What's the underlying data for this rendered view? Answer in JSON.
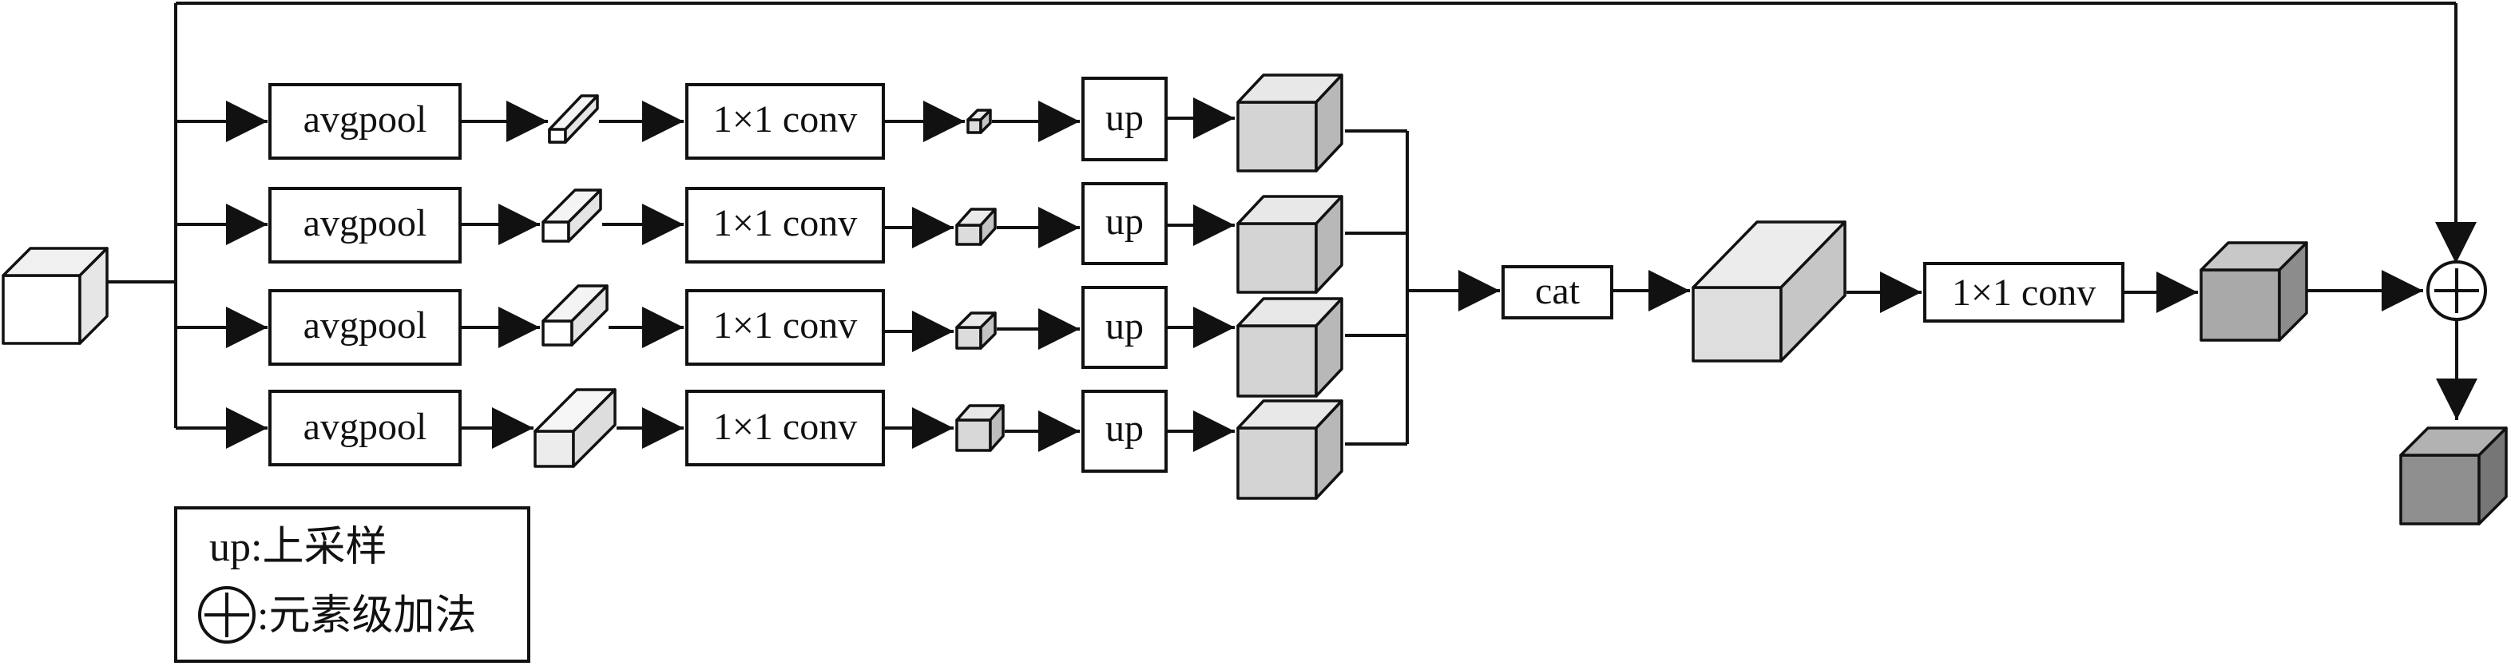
{
  "diagram": {
    "blocks": {
      "avgpool": "avgpool",
      "conv": "1×1 conv",
      "up": "up",
      "cat": "cat",
      "conv_final": "1×1 conv",
      "plus": "+"
    },
    "branches": [
      {
        "pool": "avgpool",
        "conv": "1×1 conv",
        "up": "up"
      },
      {
        "pool": "avgpool",
        "conv": "1×1 conv",
        "up": "up"
      },
      {
        "pool": "avgpool",
        "conv": "1×1 conv",
        "up": "up"
      },
      {
        "pool": "avgpool",
        "conv": "1×1 conv",
        "up": "up"
      }
    ],
    "legend": {
      "up_text": "up:上采样",
      "plus_text": ":元素级加法"
    },
    "colors": {
      "input_cube": "#ffffff",
      "pooled_cube": "#f4f4f4",
      "conv_cube": "#dcdcdc",
      "up_cube": "#d4d4d4",
      "cat_cube": "#dedede",
      "final_conv_cube": "#a9a9a9",
      "output_cube": "#8f8f8f"
    }
  }
}
